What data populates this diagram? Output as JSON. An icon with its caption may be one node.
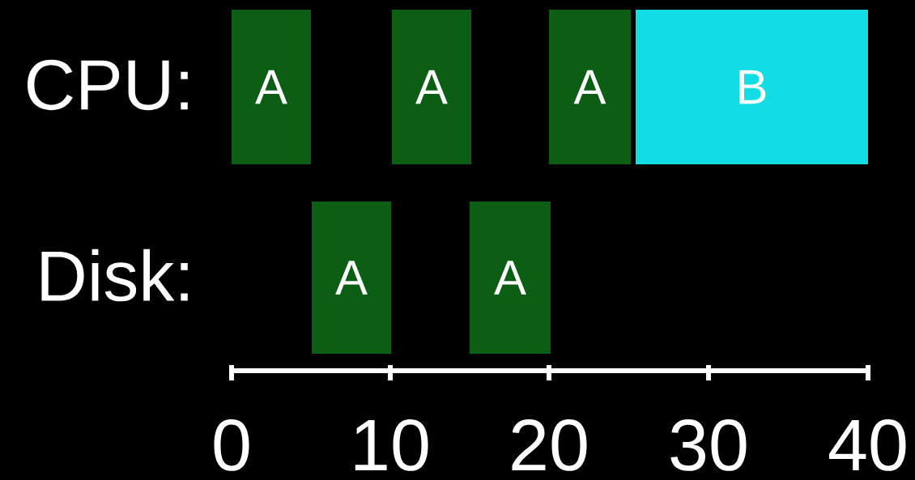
{
  "diagram": {
    "nodes": [
      {
        "text": [
          "A"
        ]
      },
      {
        "text": [
          "A"
        ]
      },
      {
        "text": [
          "A"
        ]
      },
      {
        "text": [
          "B"
        ]
      },
      {
        "text": [
          "A"
        ]
      },
      {
        "text": [
          "A"
        ]
      }
    ],
    "labels": [
      "CPU:",
      "Disk:",
      "0",
      "10",
      "20",
      "30",
      "40"
    ]
  }
}
